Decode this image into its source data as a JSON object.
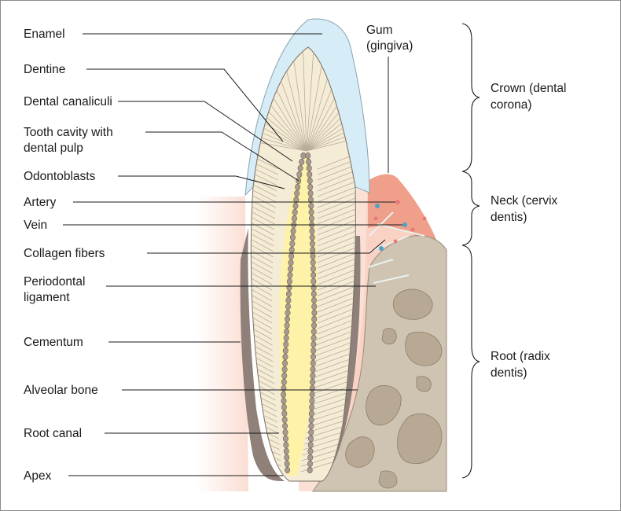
{
  "labels": {
    "enamel": "Enamel",
    "dentine": "Dentine",
    "canaliculi": "Dental canaliculi",
    "cavity_line1": "Tooth cavity with",
    "cavity_line2": "dental pulp",
    "odontoblasts": "Odontoblasts",
    "artery": "Artery",
    "vein": "Vein",
    "collagen": "Collagen fibers",
    "periodontal_line1": "Periodontal",
    "periodontal_line2": "ligament",
    "cementum": "Cementum",
    "alveolar": "Alveolar bone",
    "root_canal": "Root canal",
    "apex": "Apex",
    "gum_line1": "Gum",
    "gum_line2": "(gingiva)"
  },
  "regions": {
    "crown_line1": "Crown (dental",
    "crown_line2": "corona)",
    "neck_line1": "Neck (cervix",
    "neck_line2": "dentis)",
    "root_line1": "Root (radix",
    "root_line2": "dentis)"
  },
  "colors": {
    "enamel": "#d6ecf6",
    "dentine": "#f5ecd6",
    "pulp": "#fdf2a8",
    "odontoblast": "#a89a8e",
    "cementum": "#8f8079",
    "gum": "#f0a08a",
    "gum_light": "#f9d2c4",
    "bone": "#cfc3b2",
    "bone_dark": "#b8a994",
    "soft_tissue": "#fbe0d5",
    "artery": "#e87a7a",
    "vein": "#4aa4c8"
  }
}
